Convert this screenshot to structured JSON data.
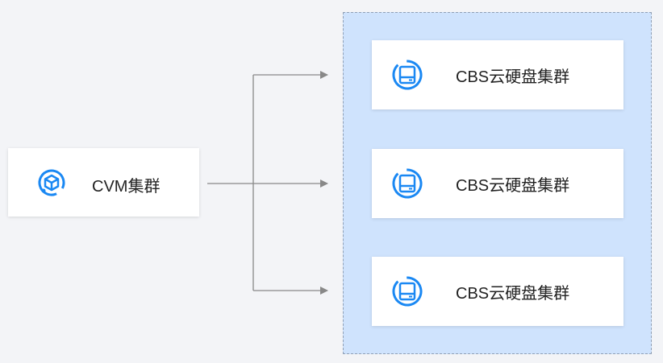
{
  "source": {
    "label": "CVM集群",
    "icon": "cube-network-icon"
  },
  "targets": [
    {
      "label": "CBS云硬盘集群",
      "icon": "disk-icon"
    },
    {
      "label": "CBS云硬盘集群",
      "icon": "disk-icon"
    },
    {
      "label": "CBS云硬盘集群",
      "icon": "disk-icon"
    }
  ],
  "colors": {
    "background": "#f3f4f7",
    "group_fill": "#cfe3fd",
    "group_border": "#8f9fb5",
    "icon": "#1a88f3",
    "connector": "#888888"
  }
}
